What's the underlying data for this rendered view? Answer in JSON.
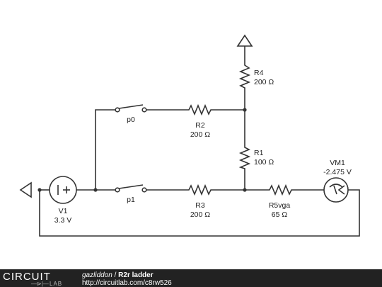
{
  "components": {
    "r4": {
      "name": "R4",
      "value": "200 Ω"
    },
    "r2": {
      "name": "R2",
      "value": "200 Ω"
    },
    "r1": {
      "name": "R1",
      "value": "100 Ω"
    },
    "r3": {
      "name": "R3",
      "value": "200 Ω"
    },
    "r5": {
      "name": "R5vga",
      "value": "65 Ω"
    },
    "v1": {
      "name": "V1",
      "value": "3.3 V"
    },
    "vm1": {
      "name": "VM1",
      "value": "-2.475 V"
    },
    "p0": {
      "name": "p0"
    },
    "p1": {
      "name": "p1"
    }
  },
  "footer": {
    "logo_top": "CIRCUIT",
    "logo_bottom": "LAB",
    "author": "gazliddon",
    "separator": " / ",
    "project": "R2r ladder",
    "url": "http://circuitlab.com/c8rw526"
  },
  "colors": {
    "wire": "#333333",
    "footer_bg": "#222222"
  }
}
